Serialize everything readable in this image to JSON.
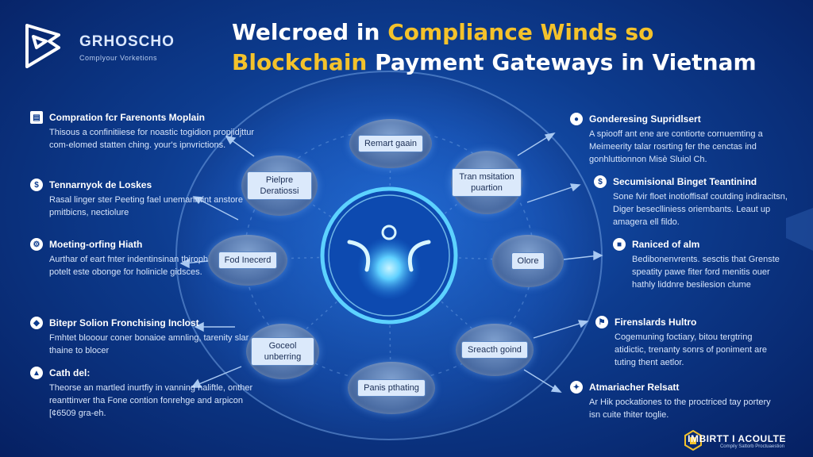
{
  "brand": {
    "name": "GRHOSCHO",
    "tagline": "Complyour Vorketions"
  },
  "title": {
    "line1_white": "Welcroed in ",
    "line1_yellow": "Compliance Winds so",
    "line2_yellow": "Blockchain",
    "line2_white": " Payment Gateways in Vietnam"
  },
  "left_items": [
    {
      "icon": "document-icon",
      "title": "Compration fcr Farenonts Moplain",
      "body": "Thisous a confinitiiese for noastic togidion propjidjttur com-elomed statten ching. your's ipnvrictions."
    },
    {
      "icon": "badge-icon",
      "title": "Tennarnyok de Loskes",
      "body": "Rasal linger ster Peeting fael unemanmint anstore pmitbicns, nectiolure"
    },
    {
      "icon": "gear-icon",
      "title": "Moeting-orfing Hiath",
      "body": "Aurthar of eart fnter indentinsinan thirophi reaselis potelt este obonge for holinicle gidsces."
    },
    {
      "icon": "shield-icon",
      "title": "Bitepr Solion Fronchising Inclost",
      "body": "Fmhtet blooour coner bonaioe amnling, tarenity slar thaine to blocer"
    },
    {
      "icon": "chart-icon",
      "title": "Cath del:",
      "body": "Theorse an martled inurtfiy in vanning naliftle, onther reanttinver tha Fone contion fonrehge and arpicon [¢6509 gra-eh."
    }
  ],
  "right_items": [
    {
      "icon": "user-icon",
      "title": "Gonderesing Supridlsert",
      "body": "A spiooff ant ene are contiorte cornuemting a Meimeerity talar rosrting fer the cenctas ind gonhluttionnon Misè Sluiol Ch."
    },
    {
      "icon": "dollar-icon",
      "title": "Secumisional Binget Teantinind",
      "body": "Sone fvir floet inotioffisaf coutding indiracitsn, Diger beseclliniess oriembants. Leaut up amagera ell fildo."
    },
    {
      "icon": "lock-icon",
      "title": "Raniced of alm",
      "body": "Bedibonenvrents. sesctis that Grenste speatity pawe fiter ford menitis ouer hathly liddnre besilesion clume"
    },
    {
      "icon": "flag-icon",
      "title": "Firenslards Hultro",
      "body": "Cogemuning foctiary, bitou tergtring atidictic, trenanty sonrs of poniment are tuting thent aetlor."
    },
    {
      "icon": "people-icon",
      "title": "Atmariacher Relsatt",
      "body": "Ar Hik pockationes to the proctriced tay portery isn cuite thiter toglie."
    }
  ],
  "wheel_nodes": [
    {
      "label": "Remart gaain"
    },
    {
      "label": "Tran msitation puartion"
    },
    {
      "label": "Olore"
    },
    {
      "label": "Sreacth goind"
    },
    {
      "label": "Panis pthating"
    },
    {
      "label": "Goceol unberring"
    },
    {
      "label": "Fod Inecerd"
    },
    {
      "label": "Pielpre Deratiossi"
    }
  ],
  "footer": {
    "brand": "IMBIRTT I ACOULTE",
    "tagline": "Compily Sattorb Proctuaestion"
  },
  "colors": {
    "accent": "#f4c22b",
    "background": "#0d3c8f",
    "glow": "#54c6ff",
    "node_label_bg": "#dbe9fb"
  }
}
